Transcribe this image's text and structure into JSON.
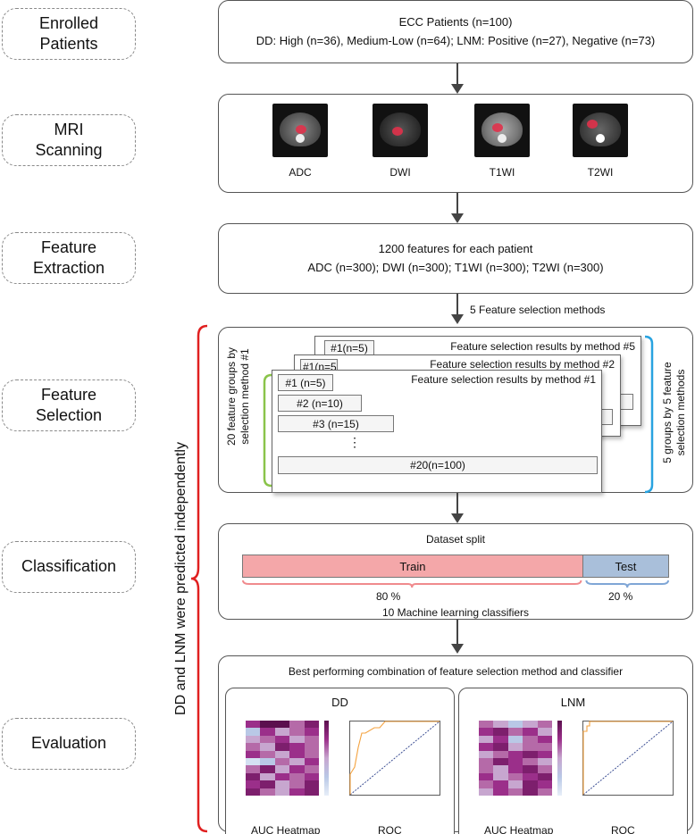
{
  "stages": [
    {
      "line1": "Enrolled",
      "line2": "Patients"
    },
    {
      "line1": "MRI",
      "line2": "Scanning"
    },
    {
      "line1": "Feature",
      "line2": "Extraction"
    },
    {
      "line1": "Feature",
      "line2": "Selection"
    },
    {
      "line1": "Classification",
      "line2": ""
    },
    {
      "line1": "Evaluation",
      "line2": ""
    }
  ],
  "side_label": "DD and LNM were predicted independently",
  "patients": {
    "line1": "ECC Patients (n=100)",
    "line2": "DD: High (n=36), Medium-Low (n=64); LNM: Positive (n=27), Negative (n=73)"
  },
  "mri": {
    "labels": [
      "ADC",
      "DWI",
      "T1WI",
      "T2WI"
    ]
  },
  "extraction": {
    "line1": "1200 features for each patient",
    "line2": "ADC (n=300); DWI (n=300); T1WI (n=300); T2WI (n=300)"
  },
  "selection_methods_label": "5 Feature selection methods",
  "selection": {
    "sheet_titles": [
      "Feature selection results by method #5",
      "Feature selection results by method #2",
      "Feature selection results by method #1"
    ],
    "back_group_labels": [
      "#1(n=5)",
      "#1(n=5)"
    ],
    "groups": [
      "#1 (n=5)",
      "#2 (n=10)",
      "#3 (n=15)",
      "⋮",
      "#20(n=100)"
    ],
    "left_bracket_label": "20 feature groups by selection method #1",
    "right_bracket_label": "5 groups by 5 feature selection methods"
  },
  "classification": {
    "title": "Dataset split",
    "train_label": "Train",
    "test_label": "Test",
    "train_pct": "80 %",
    "test_pct": "20 %",
    "train_fraction": 0.8,
    "classifiers": "10 Machine learning classifiers"
  },
  "evaluation": {
    "title": "Best performing combination of feature selection method and classifier",
    "panels": [
      {
        "name": "DD",
        "heatmap_label": "AUC Heatmap",
        "roc_label": "ROC"
      },
      {
        "name": "LNM",
        "heatmap_label": "AUC Heatmap",
        "roc_label": "ROC"
      }
    ]
  },
  "colors": {
    "train": "#f4a7a9",
    "test": "#a9bfda",
    "red_bracket": "#e02020",
    "green_bracket": "#8ac44a",
    "blue_bracket": "#29a3e0"
  }
}
